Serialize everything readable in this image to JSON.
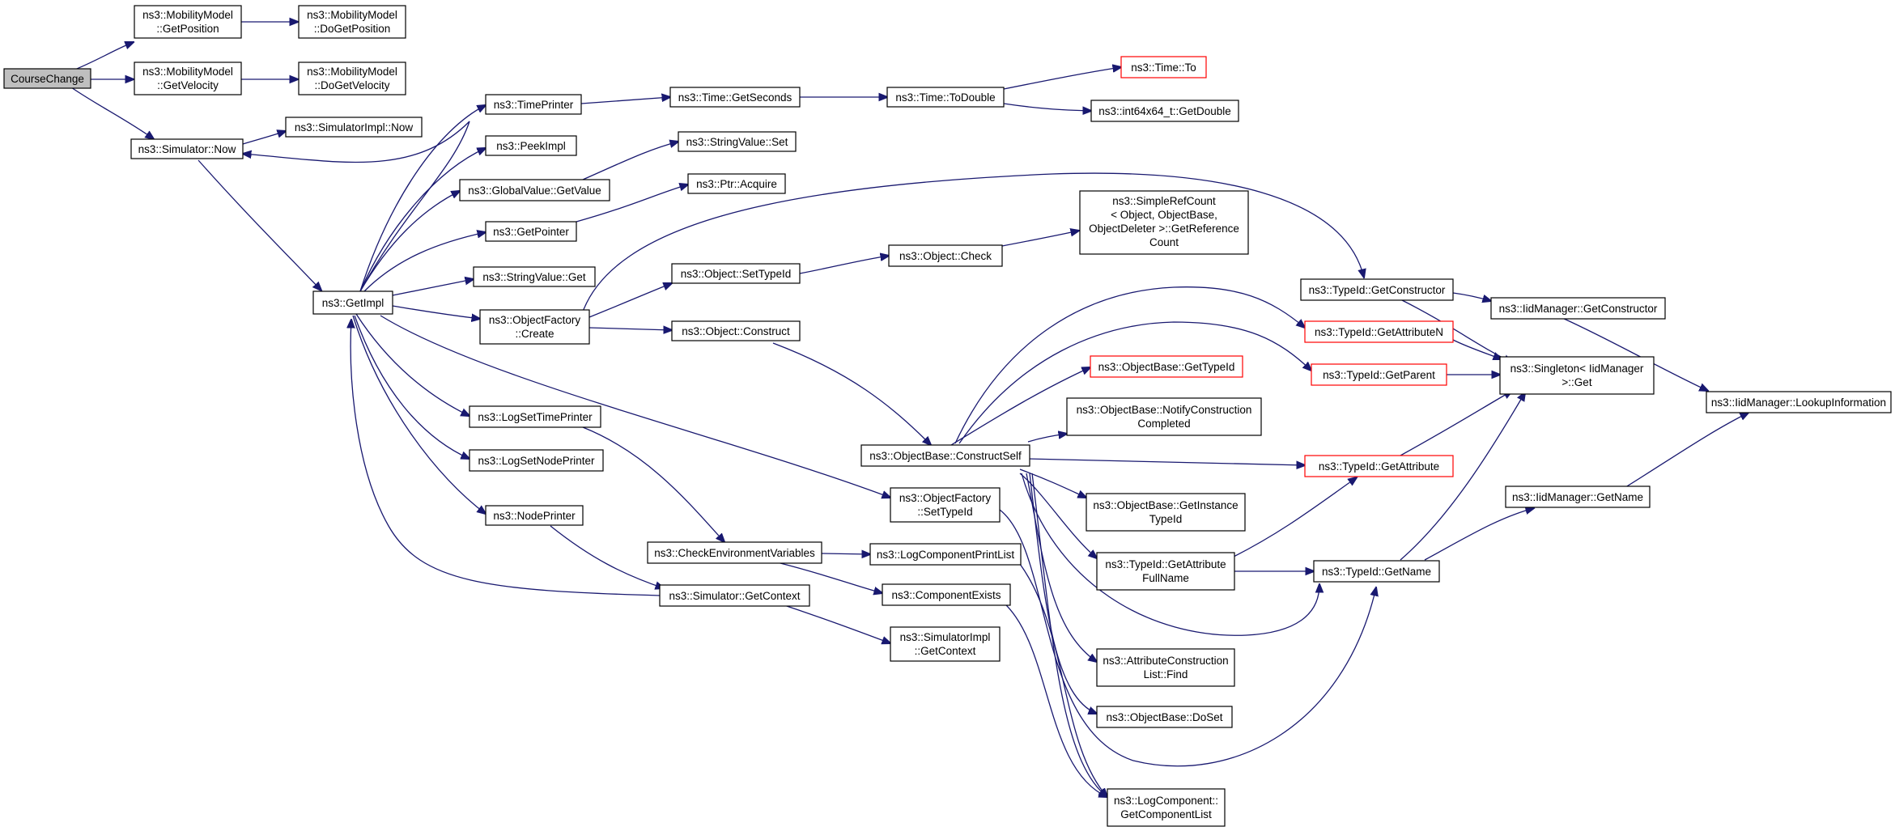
{
  "colors": {
    "edge": "#191970",
    "root_fill": "#bfbfbf",
    "red_border": "#ff0000",
    "box_border": "#000000"
  },
  "nodes": [
    {
      "id": "coursechange",
      "lines": [
        "CourseChange"
      ],
      "root": true
    },
    {
      "id": "mm-getposition",
      "lines": [
        "ns3::MobilityModel",
        "::GetPosition"
      ]
    },
    {
      "id": "mm-dogetposition",
      "lines": [
        "ns3::MobilityModel",
        "::DoGetPosition"
      ]
    },
    {
      "id": "mm-getvelocity",
      "lines": [
        "ns3::MobilityModel",
        "::GetVelocity"
      ]
    },
    {
      "id": "mm-dogetvelocity",
      "lines": [
        "ns3::MobilityModel",
        "::DoGetVelocity"
      ]
    },
    {
      "id": "simulator-now",
      "lines": [
        "ns3::Simulator::Now"
      ]
    },
    {
      "id": "simulatorimpl-now",
      "lines": [
        "ns3::SimulatorImpl::Now"
      ]
    },
    {
      "id": "getimpl",
      "lines": [
        "ns3::GetImpl"
      ]
    },
    {
      "id": "timeprinter",
      "lines": [
        "ns3::TimePrinter"
      ]
    },
    {
      "id": "peekimpl",
      "lines": [
        "ns3::PeekImpl"
      ]
    },
    {
      "id": "globalvalue-getvalue",
      "lines": [
        "ns3::GlobalValue::GetValue"
      ]
    },
    {
      "id": "getpointer",
      "lines": [
        "ns3::GetPointer"
      ]
    },
    {
      "id": "stringvalue-get",
      "lines": [
        "ns3::StringValue::Get"
      ]
    },
    {
      "id": "objectfactory-create",
      "lines": [
        "ns3::ObjectFactory",
        "::Create"
      ]
    },
    {
      "id": "logsettimeprinter",
      "lines": [
        "ns3::LogSetTimePrinter"
      ]
    },
    {
      "id": "logsetnodeprinter",
      "lines": [
        "ns3::LogSetNodePrinter"
      ]
    },
    {
      "id": "nodeprinter",
      "lines": [
        "ns3::NodePrinter"
      ]
    },
    {
      "id": "time-getseconds",
      "lines": [
        "ns3::Time::GetSeconds"
      ]
    },
    {
      "id": "stringvalue-set",
      "lines": [
        "ns3::StringValue::Set"
      ]
    },
    {
      "id": "ptr-acquire",
      "lines": [
        "ns3::Ptr::Acquire"
      ]
    },
    {
      "id": "object-settypeid",
      "lines": [
        "ns3::Object::SetTypeId"
      ]
    },
    {
      "id": "object-construct",
      "lines": [
        "ns3::Object::Construct"
      ]
    },
    {
      "id": "checkenvvars",
      "lines": [
        "ns3::CheckEnvironmentVariables"
      ]
    },
    {
      "id": "simulator-getcontext",
      "lines": [
        "ns3::Simulator::GetContext"
      ]
    },
    {
      "id": "time-todouble",
      "lines": [
        "ns3::Time::ToDouble"
      ]
    },
    {
      "id": "object-check",
      "lines": [
        "ns3::Object::Check"
      ]
    },
    {
      "id": "objectbase-constructself",
      "lines": [
        "ns3::ObjectBase::ConstructSelf"
      ]
    },
    {
      "id": "objectfactory-settypeid",
      "lines": [
        "ns3::ObjectFactory",
        "::SetTypeId"
      ]
    },
    {
      "id": "logcomponentprintlist",
      "lines": [
        "ns3::LogComponentPrintList"
      ]
    },
    {
      "id": "componentexists",
      "lines": [
        "ns3::ComponentExists"
      ]
    },
    {
      "id": "simulatorimpl-getcontext",
      "lines": [
        "ns3::SimulatorImpl",
        "::GetContext"
      ]
    },
    {
      "id": "time-to",
      "lines": [
        "ns3::Time::To"
      ],
      "red": true
    },
    {
      "id": "int64x64-getdouble",
      "lines": [
        "ns3::int64x64_t::GetDouble"
      ]
    },
    {
      "id": "simplerefcount",
      "lines": [
        "ns3::SimpleRefCount",
        "< Object, ObjectBase,",
        "ObjectDeleter >::GetReference",
        "Count"
      ]
    },
    {
      "id": "objectbase-gettypeid",
      "lines": [
        "ns3::ObjectBase::GetTypeId"
      ],
      "red": true
    },
    {
      "id": "objectbase-notifyconstruction",
      "lines": [
        "ns3::ObjectBase::NotifyConstruction",
        "Completed"
      ]
    },
    {
      "id": "objectbase-getinstancetypeid",
      "lines": [
        "ns3::ObjectBase::GetInstance",
        "TypeId"
      ]
    },
    {
      "id": "typeid-getattributefullname",
      "lines": [
        "ns3::TypeId::GetAttribute",
        "FullName"
      ]
    },
    {
      "id": "attrconstructionlist-find",
      "lines": [
        "ns3::AttributeConstruction",
        "List::Find"
      ]
    },
    {
      "id": "objectbase-doset",
      "lines": [
        "ns3::ObjectBase::DoSet"
      ]
    },
    {
      "id": "logcomponent-getcomponentlist",
      "lines": [
        "ns3::LogComponent::",
        "GetComponentList"
      ]
    },
    {
      "id": "typeid-getconstructor",
      "lines": [
        "ns3::TypeId::GetConstructor"
      ]
    },
    {
      "id": "typeid-getattributen",
      "lines": [
        "ns3::TypeId::GetAttributeN"
      ],
      "red": true
    },
    {
      "id": "typeid-getparent",
      "lines": [
        "ns3::TypeId::GetParent"
      ],
      "red": true
    },
    {
      "id": "typeid-getattribute",
      "lines": [
        "ns3::TypeId::GetAttribute"
      ],
      "red": true
    },
    {
      "id": "typeid-getname",
      "lines": [
        "ns3::TypeId::GetName"
      ]
    },
    {
      "id": "iidmanager-getconstructor",
      "lines": [
        "ns3::IidManager::GetConstructor"
      ]
    },
    {
      "id": "singleton-get",
      "lines": [
        "ns3::Singleton< IidManager",
        ">::Get"
      ]
    },
    {
      "id": "iidmanager-getname",
      "lines": [
        "ns3::IidManager::GetName"
      ]
    },
    {
      "id": "iidmanager-lookupinformation",
      "lines": [
        "ns3::IidManager::LookupInformation"
      ]
    }
  ]
}
